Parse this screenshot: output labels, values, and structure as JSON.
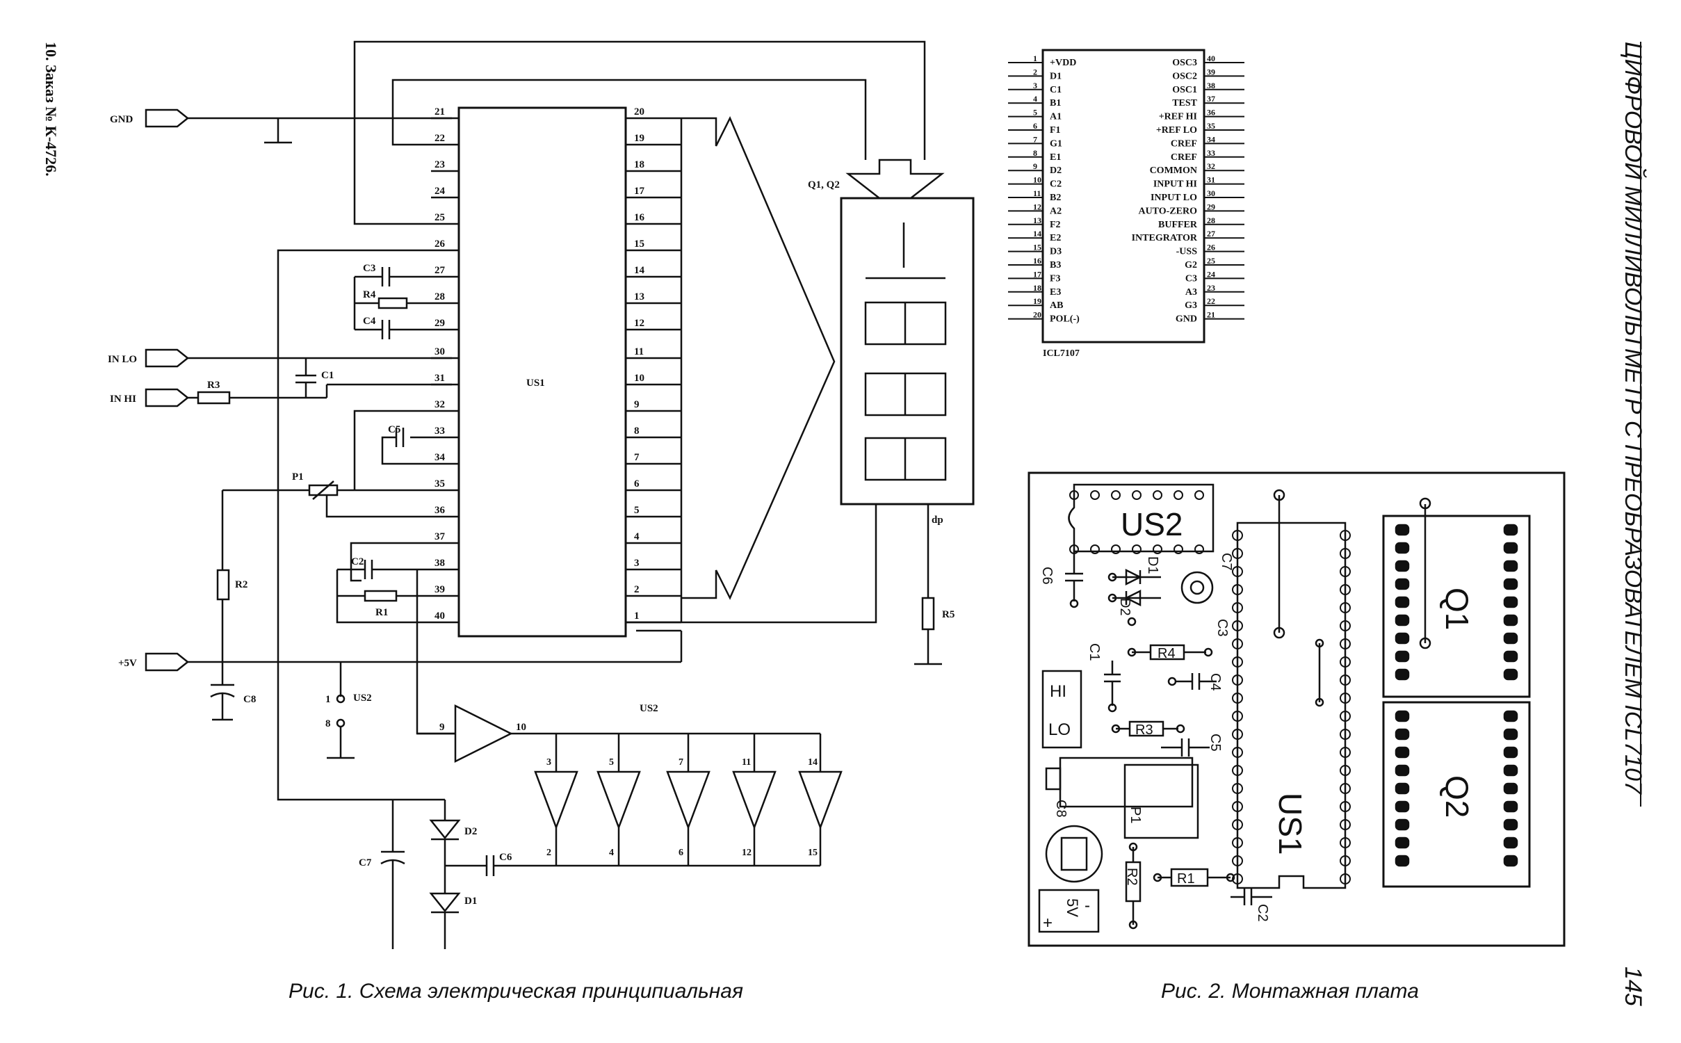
{
  "side_note": "10. Заказ № К-4726.",
  "header_title": "ЦИФРОВОЙ МИЛЛИВОЛЬТМЕТР С ПРЕОБРАЗОВАТЕЛЕМ ICL7107",
  "page_number": "145",
  "fig1_caption": "Рис. 1. Схема электрическая принципиальная",
  "fig2_caption": "Рис. 2. Монтажная плата",
  "fig1": {
    "terminals": {
      "gnd": "GND",
      "in_lo": "IN LO",
      "in_hi": "IN HI",
      "plus5v": "+5V"
    },
    "us1_label": "US1",
    "us2_label": "US2",
    "display_label": "Q1, Q2",
    "dp_label": "dp",
    "left_pins": [
      "21",
      "22",
      "23",
      "24",
      "25",
      "26",
      "27",
      "28",
      "29",
      "30",
      "31",
      "32",
      "33",
      "34",
      "35",
      "36",
      "37",
      "38",
      "39",
      "40"
    ],
    "right_pins": [
      "20",
      "19",
      "18",
      "17",
      "16",
      "15",
      "14",
      "13",
      "12",
      "11",
      "10",
      "9",
      "8",
      "7",
      "6",
      "5",
      "4",
      "3",
      "2",
      "1"
    ],
    "components": {
      "c3": "C3",
      "r4": "R4",
      "c4": "C4",
      "c1": "C1",
      "r3": "R3",
      "c5": "C5",
      "p1": "P1",
      "c2": "C2",
      "r1": "R1",
      "r2": "R2",
      "c8": "C8",
      "c7": "C7",
      "d2": "D2",
      "d1": "D1",
      "c6": "C6",
      "r5": "R5"
    },
    "us2_pins": {
      "p1": "1",
      "p8": "8",
      "p9": "9",
      "p10": "10"
    },
    "inv_top_pins": [
      "3",
      "5",
      "7",
      "11",
      "14"
    ],
    "inv_bot_pins": [
      "2",
      "4",
      "6",
      "12",
      "15"
    ]
  },
  "pinout": {
    "chip_label": "ICL7107",
    "left": [
      {
        "n": "1",
        "s": "+VDD"
      },
      {
        "n": "2",
        "s": "D1"
      },
      {
        "n": "3",
        "s": "C1"
      },
      {
        "n": "4",
        "s": "B1"
      },
      {
        "n": "5",
        "s": "A1"
      },
      {
        "n": "6",
        "s": "F1"
      },
      {
        "n": "7",
        "s": "G1"
      },
      {
        "n": "8",
        "s": "E1"
      },
      {
        "n": "9",
        "s": "D2"
      },
      {
        "n": "10",
        "s": "C2"
      },
      {
        "n": "11",
        "s": "B2"
      },
      {
        "n": "12",
        "s": "A2"
      },
      {
        "n": "13",
        "s": "F2"
      },
      {
        "n": "14",
        "s": "E2"
      },
      {
        "n": "15",
        "s": "D3"
      },
      {
        "n": "16",
        "s": "B3"
      },
      {
        "n": "17",
        "s": "F3"
      },
      {
        "n": "18",
        "s": "E3"
      },
      {
        "n": "19",
        "s": "AB"
      },
      {
        "n": "20",
        "s": "POL(-)"
      }
    ],
    "right": [
      {
        "n": "40",
        "s": "OSC3"
      },
      {
        "n": "39",
        "s": "OSC2"
      },
      {
        "n": "38",
        "s": "OSC1"
      },
      {
        "n": "37",
        "s": "TEST"
      },
      {
        "n": "36",
        "s": "+REF HI"
      },
      {
        "n": "35",
        "s": "+REF LO"
      },
      {
        "n": "34",
        "s": "CREF"
      },
      {
        "n": "33",
        "s": "CREF"
      },
      {
        "n": "32",
        "s": "COMMON"
      },
      {
        "n": "31",
        "s": "INPUT HI"
      },
      {
        "n": "30",
        "s": "INPUT LO"
      },
      {
        "n": "29",
        "s": "AUTO-ZERO"
      },
      {
        "n": "28",
        "s": "BUFFER"
      },
      {
        "n": "27",
        "s": "INTEGRATOR"
      },
      {
        "n": "26",
        "s": "-USS"
      },
      {
        "n": "25",
        "s": "G2"
      },
      {
        "n": "24",
        "s": "C3"
      },
      {
        "n": "23",
        "s": "A3"
      },
      {
        "n": "22",
        "s": "G3"
      },
      {
        "n": "21",
        "s": "GND"
      }
    ]
  },
  "fig2": {
    "us2": "US2",
    "us1": "US1",
    "q1": "Q1",
    "q2": "Q2",
    "c6": "C6",
    "d1": "D1",
    "d2": "D2",
    "c7": "C7",
    "c3": "C3",
    "r4": "R4",
    "c4": "C4",
    "c1": "C1",
    "hi": "HI",
    "lo": "LO",
    "r3": "R3",
    "c5": "C5",
    "p1": "P1",
    "c8": "C8",
    "r2": "R2",
    "r1": "R1",
    "c2": "C2",
    "v5": "5V",
    "minus": "-",
    "plus": "+"
  }
}
